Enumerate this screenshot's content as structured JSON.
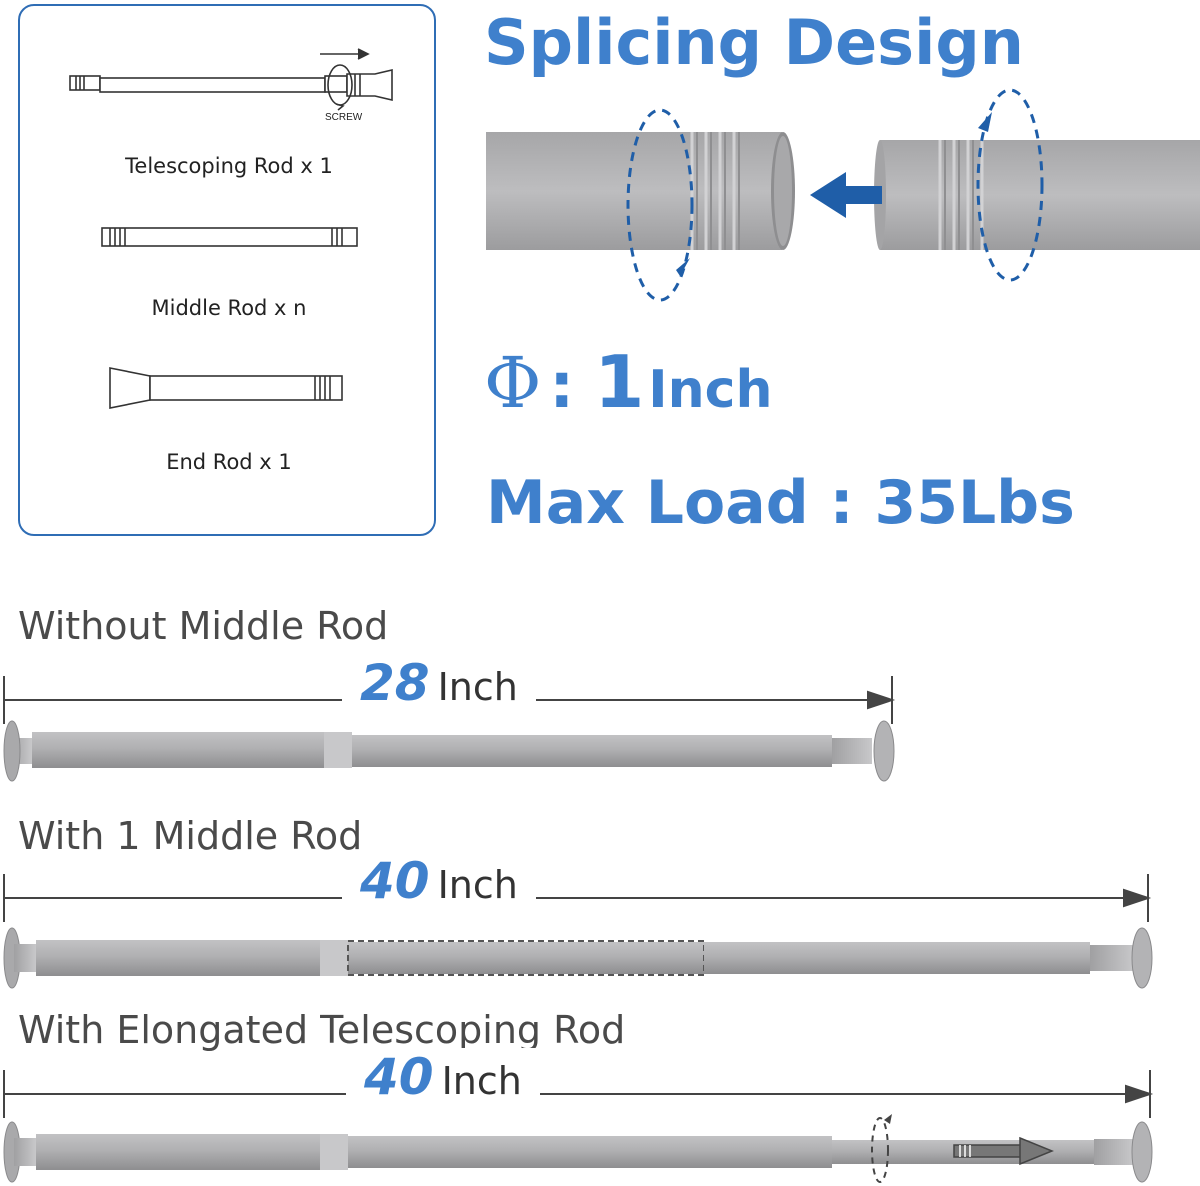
{
  "parts": {
    "screw_label": "SCREW",
    "items": [
      {
        "label": "Telescoping Rod x 1"
      },
      {
        "label": "Middle Rod x n"
      },
      {
        "label": "End Rod x 1"
      }
    ]
  },
  "splicing": {
    "title": "Splicing Design",
    "diameter_symbol": "Φ",
    "diameter_sep": ":",
    "diameter_value": "1",
    "diameter_unit": "Inch",
    "max_load": "Max Load : 35Lbs"
  },
  "configs": [
    {
      "title": "Without Middle Rod",
      "length": "28",
      "unit": "Inch"
    },
    {
      "title": "With 1 Middle Rod",
      "length": "40",
      "unit": "Inch"
    },
    {
      "title": "With Elongated Telescoping Rod",
      "length": "40",
      "unit": "Inch"
    }
  ],
  "colors": {
    "accent_blue": "#3f80cc",
    "border_blue": "#2f6db5",
    "arrow_dark_blue": "#1f5ea8",
    "rod_gray": "#b4b4b6"
  }
}
